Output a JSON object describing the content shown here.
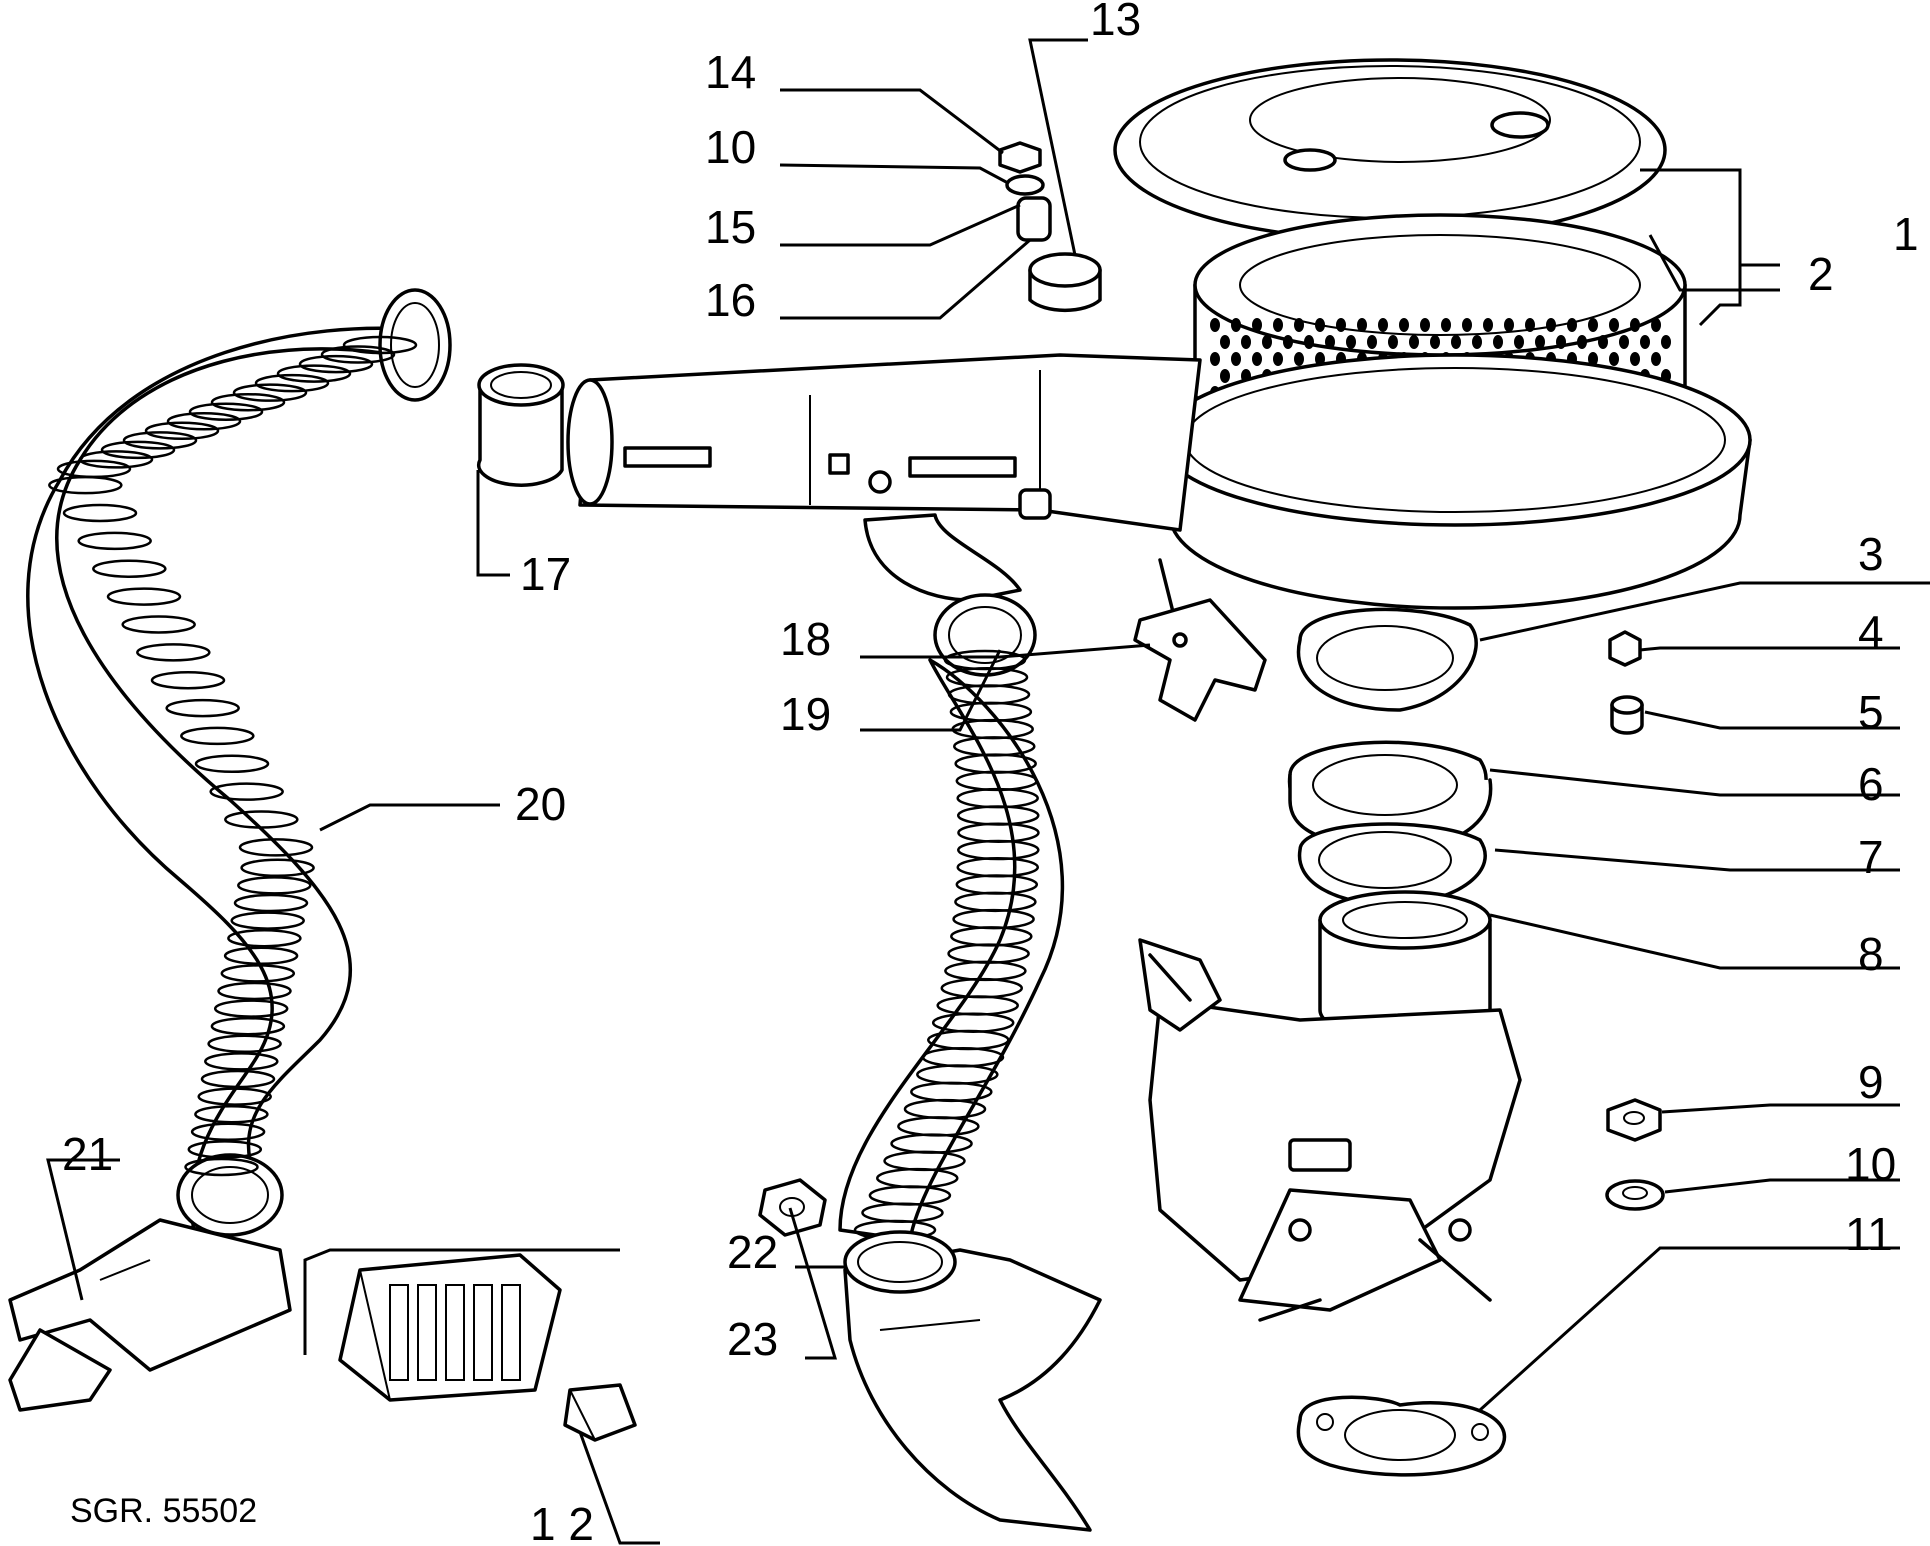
{
  "callouts": [
    {
      "id": "1",
      "label": "1"
    },
    {
      "id": "2",
      "label": "2"
    },
    {
      "id": "3",
      "label": "3"
    },
    {
      "id": "4",
      "label": "4"
    },
    {
      "id": "5",
      "label": "5"
    },
    {
      "id": "6",
      "label": "6"
    },
    {
      "id": "7",
      "label": "7"
    },
    {
      "id": "8",
      "label": "8"
    },
    {
      "id": "9",
      "label": "9"
    },
    {
      "id": "10a",
      "label": "10"
    },
    {
      "id": "10b",
      "label": "10"
    },
    {
      "id": "11",
      "label": "11"
    },
    {
      "id": "12",
      "label": "1 2"
    },
    {
      "id": "13",
      "label": "13"
    },
    {
      "id": "14",
      "label": "14"
    },
    {
      "id": "15",
      "label": "15"
    },
    {
      "id": "16",
      "label": "16"
    },
    {
      "id": "17",
      "label": "17"
    },
    {
      "id": "18",
      "label": "18"
    },
    {
      "id": "19",
      "label": "19"
    },
    {
      "id": "20",
      "label": "20"
    },
    {
      "id": "21",
      "label": "21"
    },
    {
      "id": "22",
      "label": "22"
    },
    {
      "id": "23",
      "label": "23"
    }
  ],
  "reference": "SGR. 55502"
}
